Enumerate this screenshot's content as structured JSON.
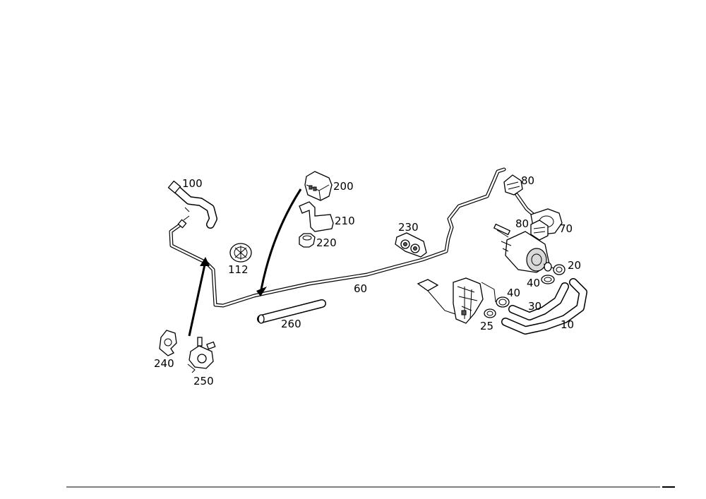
{
  "labels": {
    "p100": "100",
    "p112": "112",
    "p200": "200",
    "p210": "210",
    "p220": "220",
    "p230": "230",
    "p60": "60",
    "p260": "260",
    "p240": "240",
    "p250": "250",
    "p80a": "80",
    "p80b": "80",
    "p70": "70",
    "p20": "20",
    "p40a": "40",
    "p40b": "40",
    "p30": "30",
    "p10": "10",
    "p25": "25"
  },
  "colors": {
    "line": "#000000",
    "background": "#ffffff",
    "part_shade": "#d9d9d9"
  }
}
